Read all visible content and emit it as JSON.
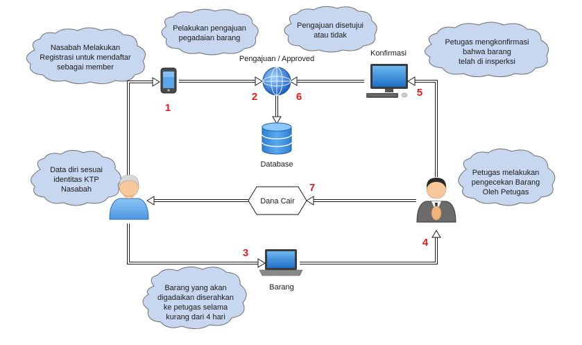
{
  "nodes": {
    "phone": {
      "number": "1"
    },
    "globe": {
      "label": "Pengajuan / Approved",
      "number_left": "2",
      "number_right": "6"
    },
    "database": {
      "label": "Database"
    },
    "monitor": {
      "label": "Konfirmasi",
      "number": "5"
    },
    "customer": {},
    "officer": {
      "number": "4"
    },
    "laptop": {
      "label": "Barang",
      "number": "3"
    },
    "dana_cair": {
      "label": "Dana Cair",
      "number": "7"
    }
  },
  "clouds": {
    "registration": [
      "Nasabah Melakukan",
      "Registrasi untuk mendaftar",
      "sebagai member"
    ],
    "submission": [
      "Pelakukan pengajuan",
      "pegadaian barang"
    ],
    "approval": [
      "Pengajuan disetujui",
      "atau tidak"
    ],
    "confirmation": [
      "Petugas mengkonfirmasi",
      "bahwa barang",
      "telah di insperksi"
    ],
    "identity": [
      "Data diri sesuai",
      "identitas KTP",
      "Nasabah"
    ],
    "inspection": [
      "Petugas melakukan",
      "pengecekan Barang",
      "Oleh Petugas"
    ],
    "handover": [
      "Barang yang akan",
      "digadaikan diserahkan",
      "ke petugas selama",
      "kurang dari 4 hari"
    ]
  },
  "colors": {
    "cloud_fill": "#c7d7ef",
    "number": "#e31b1b",
    "device_blue": "#3b87d8"
  }
}
